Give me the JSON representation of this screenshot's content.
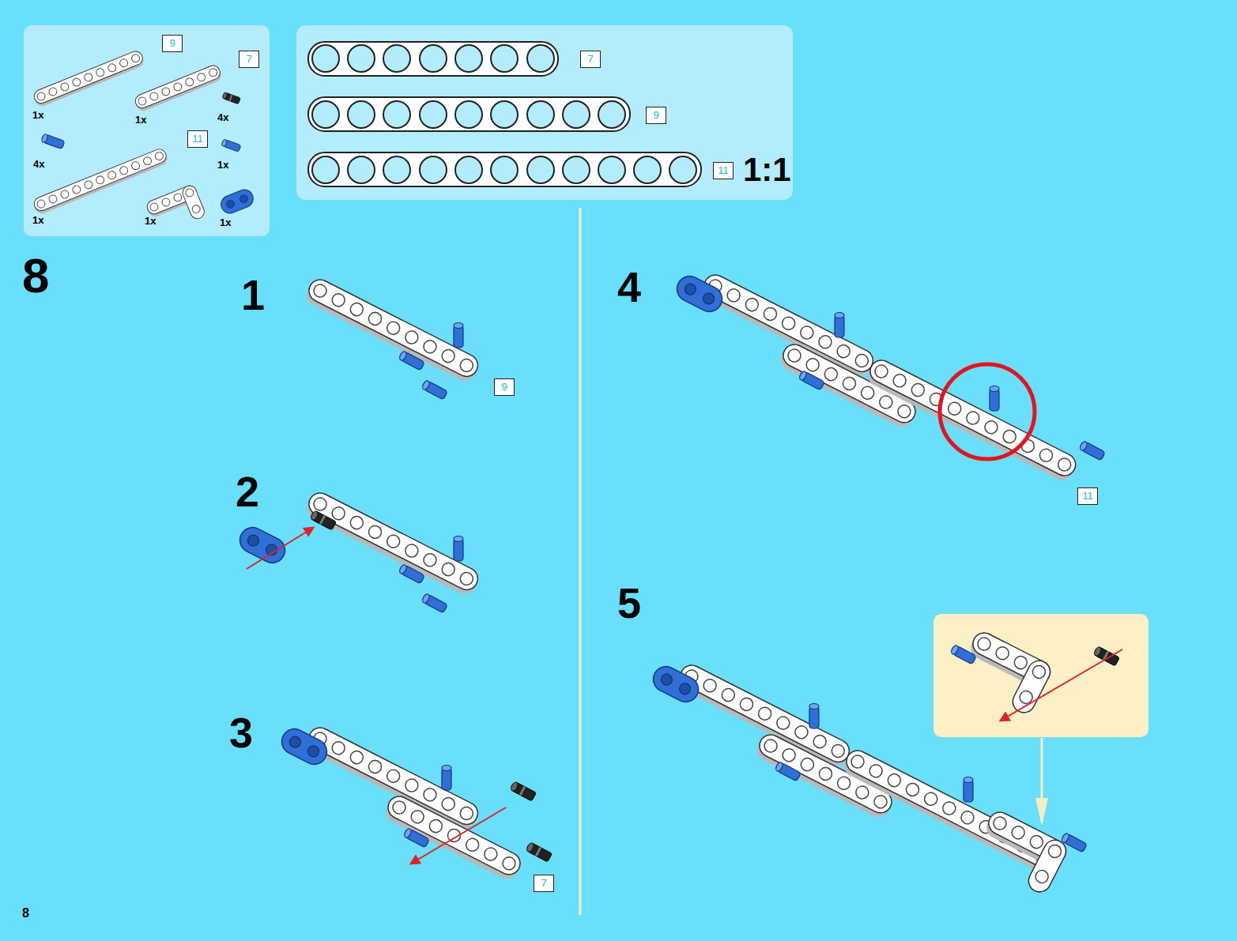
{
  "diagram": {
    "labels": [
      "9",
      "7",
      "1x",
      "1x",
      "4x",
      "4x",
      "11",
      "1x",
      "1x",
      "1x",
      "1x",
      "7",
      "9",
      "11",
      "1:1",
      "8",
      "1",
      "2",
      "3",
      "4",
      "5",
      "9",
      "7",
      "11",
      "8"
    ]
  }
}
